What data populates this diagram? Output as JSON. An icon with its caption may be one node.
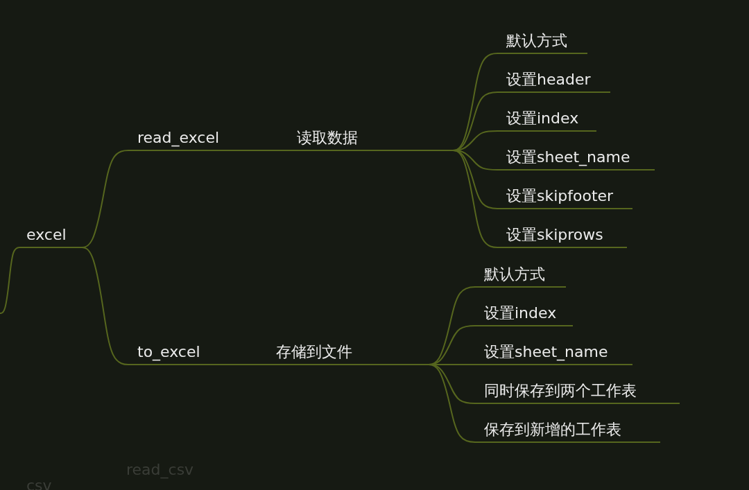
{
  "diagram": {
    "nodes": [
      {
        "text": [
          "excel"
        ]
      },
      {
        "text": [
          "read_excel"
        ]
      },
      {
        "text": [
          "读取数据"
        ]
      },
      {
        "text": [
          "默认方式"
        ]
      },
      {
        "text": [
          "设置header"
        ]
      },
      {
        "text": [
          "设置index"
        ]
      },
      {
        "text": [
          "设置sheet_name"
        ]
      },
      {
        "text": [
          "设置skipfooter"
        ]
      },
      {
        "text": [
          "设置skiprows"
        ]
      },
      {
        "text": [
          "to_excel"
        ]
      },
      {
        "text": [
          "存储到文件"
        ]
      },
      {
        "text": [
          "默认方式"
        ]
      },
      {
        "text": [
          "设置index"
        ]
      },
      {
        "text": [
          "设置sheet_name"
        ]
      },
      {
        "text": [
          "同时保存到两个工作表"
        ]
      },
      {
        "text": [
          "保存到新增的工作表"
        ]
      }
    ],
    "edges": [
      {
        "from": null,
        "to": 0,
        "arrow": "none"
      },
      {
        "from": 0,
        "to": 1,
        "arrow": "none"
      },
      {
        "from": 1,
        "to": 2,
        "arrow": "none"
      },
      {
        "from": 2,
        "to": 3,
        "arrow": "none"
      },
      {
        "from": 2,
        "to": 4,
        "arrow": "none"
      },
      {
        "from": 2,
        "to": 5,
        "arrow": "none"
      },
      {
        "from": 2,
        "to": 6,
        "arrow": "none"
      },
      {
        "from": 2,
        "to": 7,
        "arrow": "none"
      },
      {
        "from": 2,
        "to": 8,
        "arrow": "none"
      },
      {
        "from": 0,
        "to": 9,
        "arrow": "none"
      },
      {
        "from": 9,
        "to": 10,
        "arrow": "none"
      },
      {
        "from": 10,
        "to": 11,
        "arrow": "none"
      },
      {
        "from": 10,
        "to": 12,
        "arrow": "none"
      },
      {
        "from": 10,
        "to": 13,
        "arrow": "none"
      },
      {
        "from": 10,
        "to": 14,
        "arrow": "none"
      },
      {
        "from": 10,
        "to": 15,
        "arrow": "none"
      }
    ],
    "labels": [
      "read_csv",
      "csv"
    ]
  }
}
